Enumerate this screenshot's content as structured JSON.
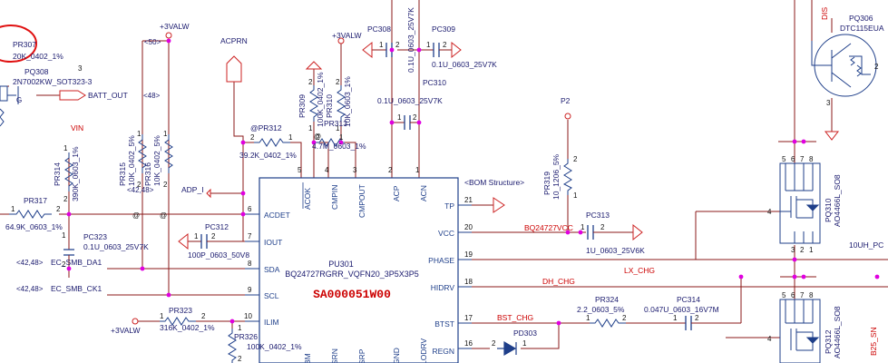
{
  "ic": {
    "ref": "PU301",
    "part": "BQ24727RGRR_VQFN20_3P5X3P5",
    "code": "SA000051W00",
    "pins_left": [
      {
        "num": "6",
        "name": "ACDET"
      },
      {
        "num": "7",
        "name": "IOUT"
      },
      {
        "num": "8",
        "name": "SDA"
      },
      {
        "num": "9",
        "name": "SCL"
      },
      {
        "num": "10",
        "name": "ILIM"
      }
    ],
    "pins_right": [
      {
        "num": "21",
        "name": "TP"
      },
      {
        "num": "20",
        "name": "VCC"
      },
      {
        "num": "19",
        "name": "PHASE"
      },
      {
        "num": "18",
        "name": "HIDRV"
      },
      {
        "num": "17",
        "name": "BTST"
      },
      {
        "num": "16",
        "name": "REGN"
      }
    ],
    "pins_top": [
      {
        "num": "5",
        "name": "ACOK"
      },
      {
        "num": "4",
        "name": "CMPIN"
      },
      {
        "num": "3",
        "name": "CMPOUT"
      },
      {
        "num": "2",
        "name": "ACP"
      },
      {
        "num": "1",
        "name": "ACN"
      }
    ],
    "pins_bottom": [
      "BM",
      "SRN",
      "SRP",
      "GND",
      "LODRV"
    ]
  },
  "components": {
    "pr307": {
      "ref": "PR307",
      "value": "20K_0402_1%"
    },
    "pq308": {
      "ref": "PQ308",
      "value": "2N7002KW_SOT323-3",
      "pin_g": "G"
    },
    "pr314": {
      "ref": "PR314",
      "value": "390K_0603_1%"
    },
    "pr317": {
      "ref": "PR317",
      "value": "64.9K_0603_1%"
    },
    "pc323": {
      "ref": "PC323",
      "value": "0.1U_0603_25V7K"
    },
    "pr315": {
      "ref": "PR315",
      "value": "10K_0402_5%"
    },
    "pr316": {
      "ref": "PR316",
      "value": "10K_0402_5%"
    },
    "pr312": {
      "ref": "@PR312",
      "value": "39.2K_0402_1%"
    },
    "pr309": {
      "ref": "PR309",
      "value": "100K_0402_1%"
    },
    "pr310": {
      "ref": "PR310",
      "value": "10K_0603_1%"
    },
    "pr313": {
      "ref": "PR313",
      "value": "4.7M_0603_1%"
    },
    "pc308": {
      "ref": "PC308",
      "value": "0.1U_0603_25V7K"
    },
    "pc309": {
      "ref": "PC309",
      "value": "0.1U_0603_25V7K"
    },
    "pc310": {
      "ref": "PC310",
      "value": "0.1U_0603_25V7K"
    },
    "pc312": {
      "ref": "PC312",
      "value": "100P_0603_50V8"
    },
    "pr323": {
      "ref": "PR323",
      "value": "316K_0402_1%"
    },
    "pr326": {
      "ref": "PR326",
      "value": "100K_0402_1%"
    },
    "pr319": {
      "ref": "PR319",
      "value": "10_1206_5%"
    },
    "pc313": {
      "ref": "PC313",
      "value": "1U_0603_25V6K"
    },
    "pr324": {
      "ref": "PR324",
      "value": "2.2_0603_5%"
    },
    "pc314": {
      "ref": "PC314",
      "value": "0.047U_0603_16V7M"
    },
    "pd303": {
      "ref": "PD303"
    },
    "pq306": {
      "ref": "PQ306",
      "value": "DTC115EUA"
    },
    "pq310": {
      "ref": "PQ310",
      "value": "AO4466L_SO8"
    },
    "pq312": {
      "ref": "PQ312",
      "value": "AO4466L_SO8"
    }
  },
  "nets": {
    "vcc3valw_1": "+3VALW",
    "vcc3valw_2": "+3VALW",
    "vcc3valw_3": "+3VALW",
    "acprn": "ACPRN",
    "batt_out": "BATT_OUT",
    "vin": "VIN",
    "adp_i": "ADP_I",
    "sda_label": "EC_SMB_DA1",
    "scl_label": "EC_SMB_CK1",
    "sda_ref": "<42,48>",
    "scl_ref": "<42,48>",
    "ref_50": "<50>",
    "ref_48": "<48>",
    "ref_4248": "<42,48>",
    "p2": "P2",
    "bom": "<BOM Structure>",
    "bq_vcc": "BQ24727VCC",
    "lx_chg": "LX_CHG",
    "dh_chg": "DH_CHG",
    "bst_chg": "BST_CHG",
    "dis": "DIS",
    "inductor": "10UH_PC",
    "b_sn": "B25_SN"
  },
  "pin_labels": {
    "pr314_top": "1",
    "pr314_bot": "2",
    "pr317_l": "1",
    "pr317_r": "2",
    "pc323_1": "1",
    "pc323_2": "2",
    "pr315_1": "1",
    "pr315_2": "2",
    "pr316_1": "1",
    "pr316_2": "2",
    "pr312_l": "2",
    "pr312_r": "1",
    "pr309_1": "1",
    "pr309_2": "2",
    "pr310_1": "1",
    "pr310_2": "2",
    "pr313_l": "2",
    "pr313_r": "1",
    "pc308_1": "1",
    "pc308_2": "2",
    "pc309_1": "1",
    "pc309_2": "2",
    "pc310_1": "1",
    "pc310_2": "2",
    "pc312_1": "1",
    "pc312_2": "2",
    "pr323_l": "1",
    "pr323_r": "2",
    "pr326_1": "1",
    "pr326_2": "2",
    "pr319_1": "1",
    "pr319_2": "2",
    "pc313_1": "1",
    "pc313_2": "2",
    "pr324_1": "1",
    "pr324_2": "2",
    "pc314_1": "1",
    "pc314_2": "2",
    "pd303_2": "2",
    "pd303_1": "1",
    "q306_2": "2",
    "q306_3": "3",
    "q310_4": "4",
    "q312_4": "4",
    "q310_top": [
      "5",
      "6",
      "7",
      "8"
    ],
    "q310_bot": [
      "1",
      "2",
      "3"
    ],
    "q312_top": [
      "5",
      "6",
      "7",
      "8"
    ],
    "q308_3": "3",
    "at1": "@",
    "at2": "@",
    "at3": "@"
  }
}
